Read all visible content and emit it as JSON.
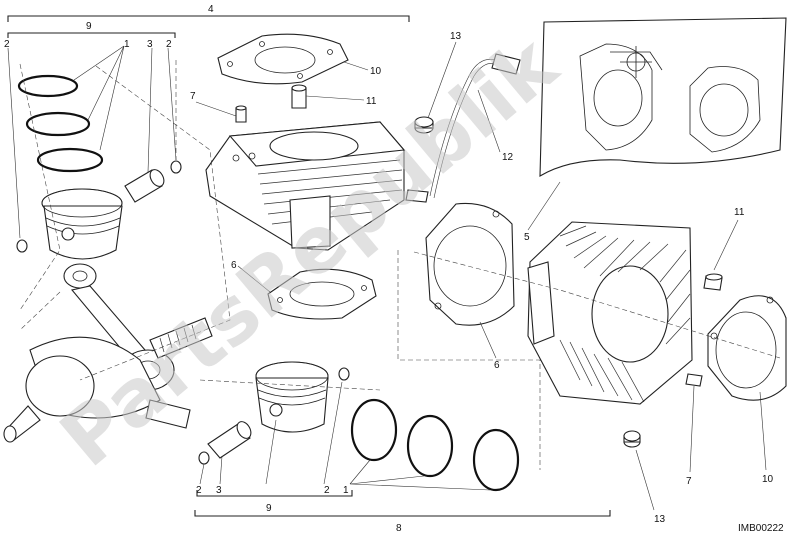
{
  "callouts": {
    "n4": "4",
    "n9_top": "9",
    "n2_left": "2",
    "n1_top": "1",
    "n3_top": "3",
    "n2_right": "2",
    "n10_top": "10",
    "n7_top": "7",
    "n11_top": "11",
    "n13_top": "13",
    "n12": "12",
    "n5": "5",
    "n6_left": "6",
    "n6_right": "6",
    "n11_right": "11",
    "n7_bottom": "7",
    "n10_bottom": "10",
    "n13_bottom": "13",
    "n2_bl": "2",
    "n3_bottom": "3",
    "n2_bm": "2",
    "n1_bottom": "1",
    "n9_bottom": "9",
    "n8": "8"
  },
  "watermark": "PartsRepublik",
  "image_code": "IMB00222",
  "colors": {
    "line": "#222222",
    "watermark": "#c8c8c8",
    "background": "#ffffff"
  }
}
